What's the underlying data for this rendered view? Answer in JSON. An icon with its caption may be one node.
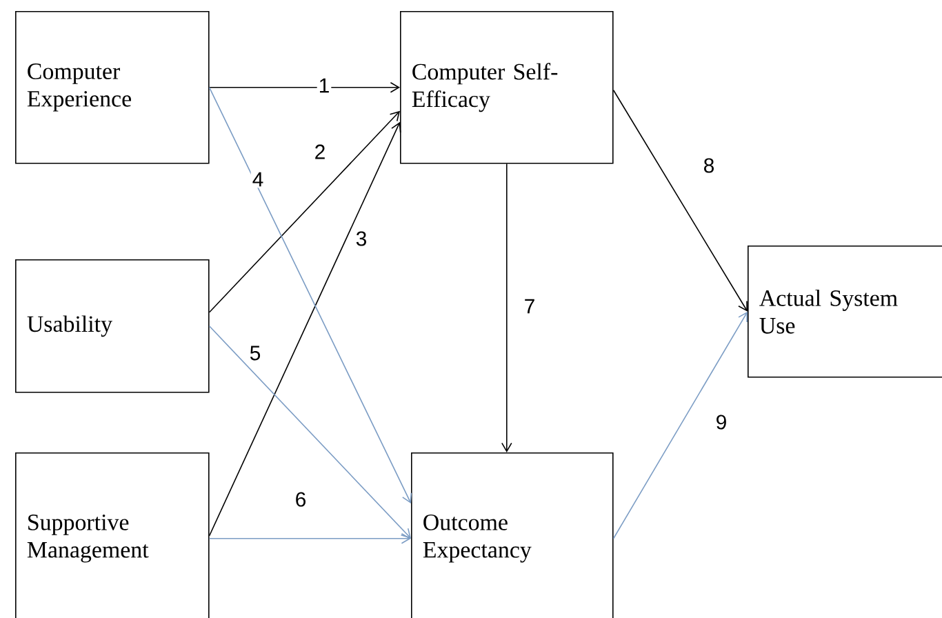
{
  "diagram": {
    "nodes": [
      {
        "text": [
          "Computer Experience"
        ]
      },
      {
        "text": [
          "Usability"
        ]
      },
      {
        "text": [
          "Supportive Management"
        ]
      },
      {
        "text": [
          "Computer Self-Efficacy"
        ]
      },
      {
        "text": [
          "Outcome Expectancy"
        ]
      },
      {
        "text": [
          "Actual System Use"
        ]
      }
    ],
    "edges": [
      {
        "from": 0,
        "to": 3,
        "arrow": "to",
        "label": "1"
      },
      {
        "from": 1,
        "to": 3,
        "arrow": "to",
        "label": "2"
      },
      {
        "from": 2,
        "to": 3,
        "arrow": "to",
        "label": "3"
      },
      {
        "from": 0,
        "to": 4,
        "arrow": "to",
        "label": "4",
        "color": "#7b9cc4"
      },
      {
        "from": 1,
        "to": 4,
        "arrow": "to",
        "label": "5",
        "color": "#7b9cc4"
      },
      {
        "from": 2,
        "to": 4,
        "arrow": "to",
        "label": "6",
        "color": "#7b9cc4"
      },
      {
        "from": 3,
        "to": 4,
        "arrow": "to",
        "label": "7"
      },
      {
        "from": 3,
        "to": 5,
        "arrow": "to",
        "label": "8"
      },
      {
        "from": 4,
        "to": 5,
        "arrow": "to",
        "label": "9",
        "color": "#7b9cc4"
      }
    ]
  }
}
